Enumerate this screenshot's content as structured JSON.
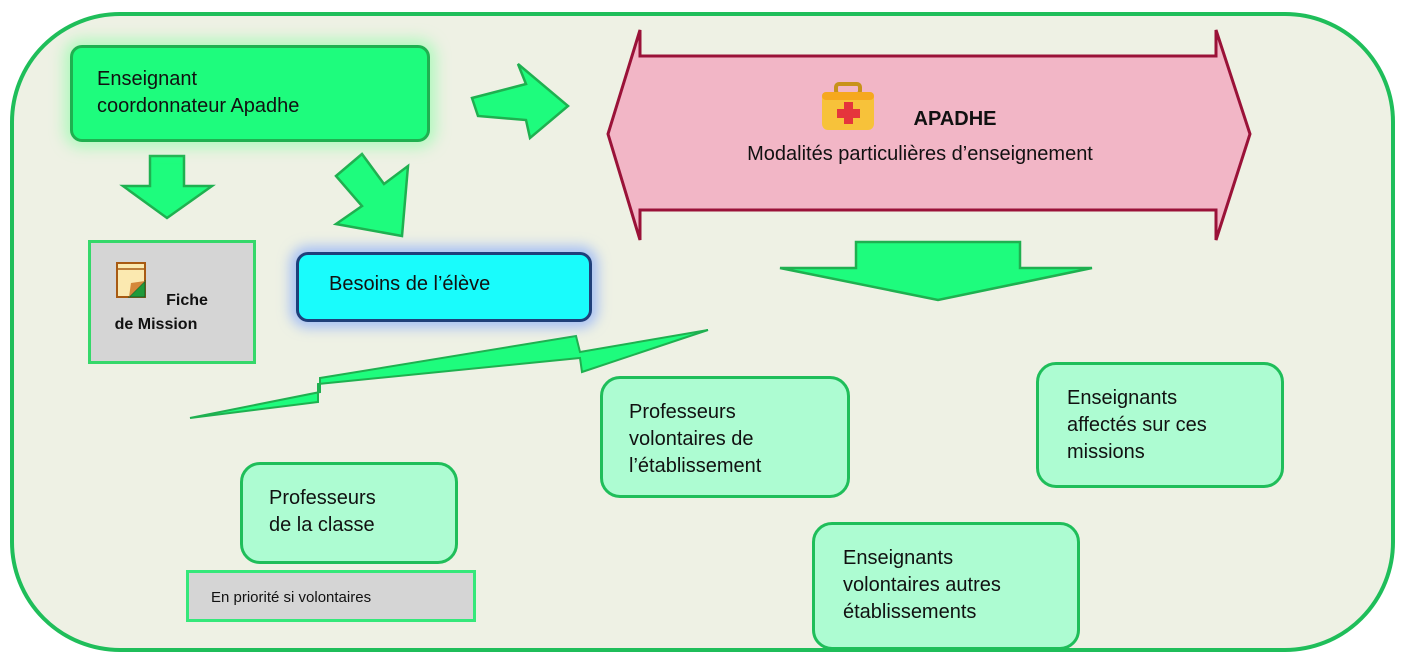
{
  "coordinator": {
    "line1": "Enseignant",
    "line2": "coordonnateur Apadhe"
  },
  "mission_sheet": {
    "line1": "Fiche",
    "line2": "de Mission"
  },
  "student_needs": {
    "label": "Besoins de l’élève"
  },
  "apadhe": {
    "title": "APADHE",
    "subtitle": "Modalités particulières d’enseignement"
  },
  "class_teachers": {
    "line1": "Professeurs",
    "line2": "de la classe"
  },
  "priority_note": {
    "label": "En priorité si volontaires"
  },
  "school_volunteers": {
    "line1": "Professeurs",
    "line2": "volontaires de",
    "line3": "l’établissement"
  },
  "assigned_teachers": {
    "line1": "Enseignants",
    "line2": "affectés sur ces",
    "line3": "missions"
  },
  "other_schools": {
    "line1": "Enseignants",
    "line2": "volontaires autres",
    "line3": "établissements"
  },
  "colors": {
    "frame_border": "#1fbe5a",
    "frame_fill": "#eef1e4",
    "coordinator_fill": "#1efc7d",
    "needs_fill": "#19fcfc",
    "arrow_fill": "#1efc7d",
    "banner_fill": "#f2b6c6",
    "banner_border": "#9a1238",
    "card_fill": "#adfcd2"
  },
  "icons": [
    "document-icon",
    "first-aid-kit-icon"
  ]
}
